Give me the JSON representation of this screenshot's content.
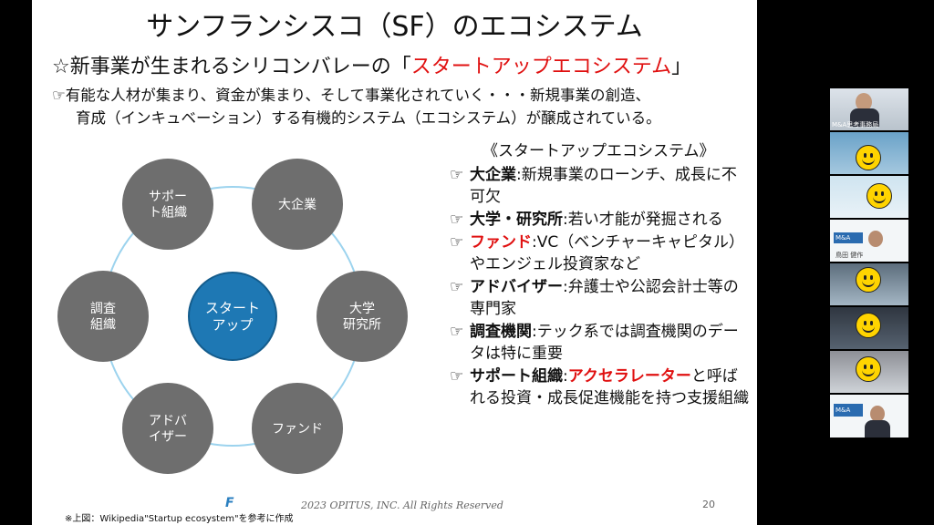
{
  "slide": {
    "title": "サンフランシスコ（SF）のエコシステム",
    "subtitle_prefix": "☆新事業が生まれるシリコンバレーの「",
    "subtitle_highlight": "スタートアップエコシステム",
    "subtitle_suffix": "」",
    "intro_line1": "☞有能な人材が集まり、資金が集まり、そして事業化されていく・・・新規事業の創造、",
    "intro_line2": "育成（インキュベーション）する有機的システム（エコシステム）が醸成されている。",
    "diagram": {
      "center_label": "スタート\nアップ",
      "nodes": [
        {
          "id": "support",
          "label": "サポー\nト組織"
        },
        {
          "id": "big-corp",
          "label": "大企業"
        },
        {
          "id": "university",
          "label": "大学\n研究所"
        },
        {
          "id": "fund",
          "label": "ファンド"
        },
        {
          "id": "advisor",
          "label": "アドバ\nイザー"
        },
        {
          "id": "research",
          "label": "調査\n組織"
        }
      ]
    },
    "list_header": "《スタートアップエコシステム》",
    "bullets": [
      {
        "mark": "☞",
        "term": "大企業",
        "text": ":新規事業のローンチ、成長に不可欠",
        "extra": "",
        "extra_after": ""
      },
      {
        "mark": "☞",
        "term": "大学・研究所",
        "text": ":若い才能が発掘される",
        "extra": "",
        "extra_after": ""
      },
      {
        "mark": "☞",
        "term": "ファンド",
        "text": ":VC（ベンチャーキャピタル）やエンジェル投資家など",
        "extra": "",
        "extra_after": "",
        "term_red": true
      },
      {
        "mark": "☞",
        "term": "アドバイザー",
        "text": ":弁護士や公認会計士等の専門家",
        "extra": "",
        "extra_after": ""
      },
      {
        "mark": "☞",
        "term": "調査機関",
        "text": ":テック系では調査機関のデータは特に重要",
        "extra": "",
        "extra_after": ""
      },
      {
        "mark": "☞",
        "term": "サポート組織",
        "text": ":",
        "extra": "アクセラレーター",
        "extra_after": "と呼ばれる投資・成長促進機能を持つ支援組織"
      }
    ],
    "copyright": "2023 OPITUS, INC. All Rights Reserved",
    "page_number": "20",
    "footnote": "※上図：Wikipedia\"Startup ecosystem\"を参考に作成",
    "logo_text": "F"
  },
  "participants": {
    "tile1_label": "M&A思考事務局",
    "tile3_label1": "M&A",
    "tile3_label2": "鳥田 健作",
    "tile6_label": "M&A"
  },
  "colors": {
    "node_gray": "#6e6e6e",
    "center_blue": "#1e78b4",
    "ring_blue": "#9cd3ee",
    "accent_red": "#e01010"
  }
}
